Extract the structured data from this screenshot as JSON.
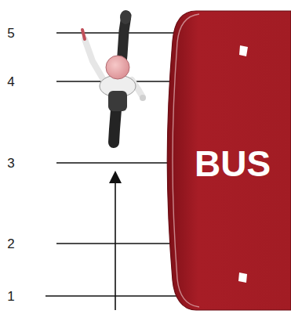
{
  "diagram": {
    "nodes": [
      {
        "text": [
          "BUS"
        ]
      }
    ],
    "labels": [
      "5",
      "4",
      "3",
      "2",
      "1"
    ]
  }
}
